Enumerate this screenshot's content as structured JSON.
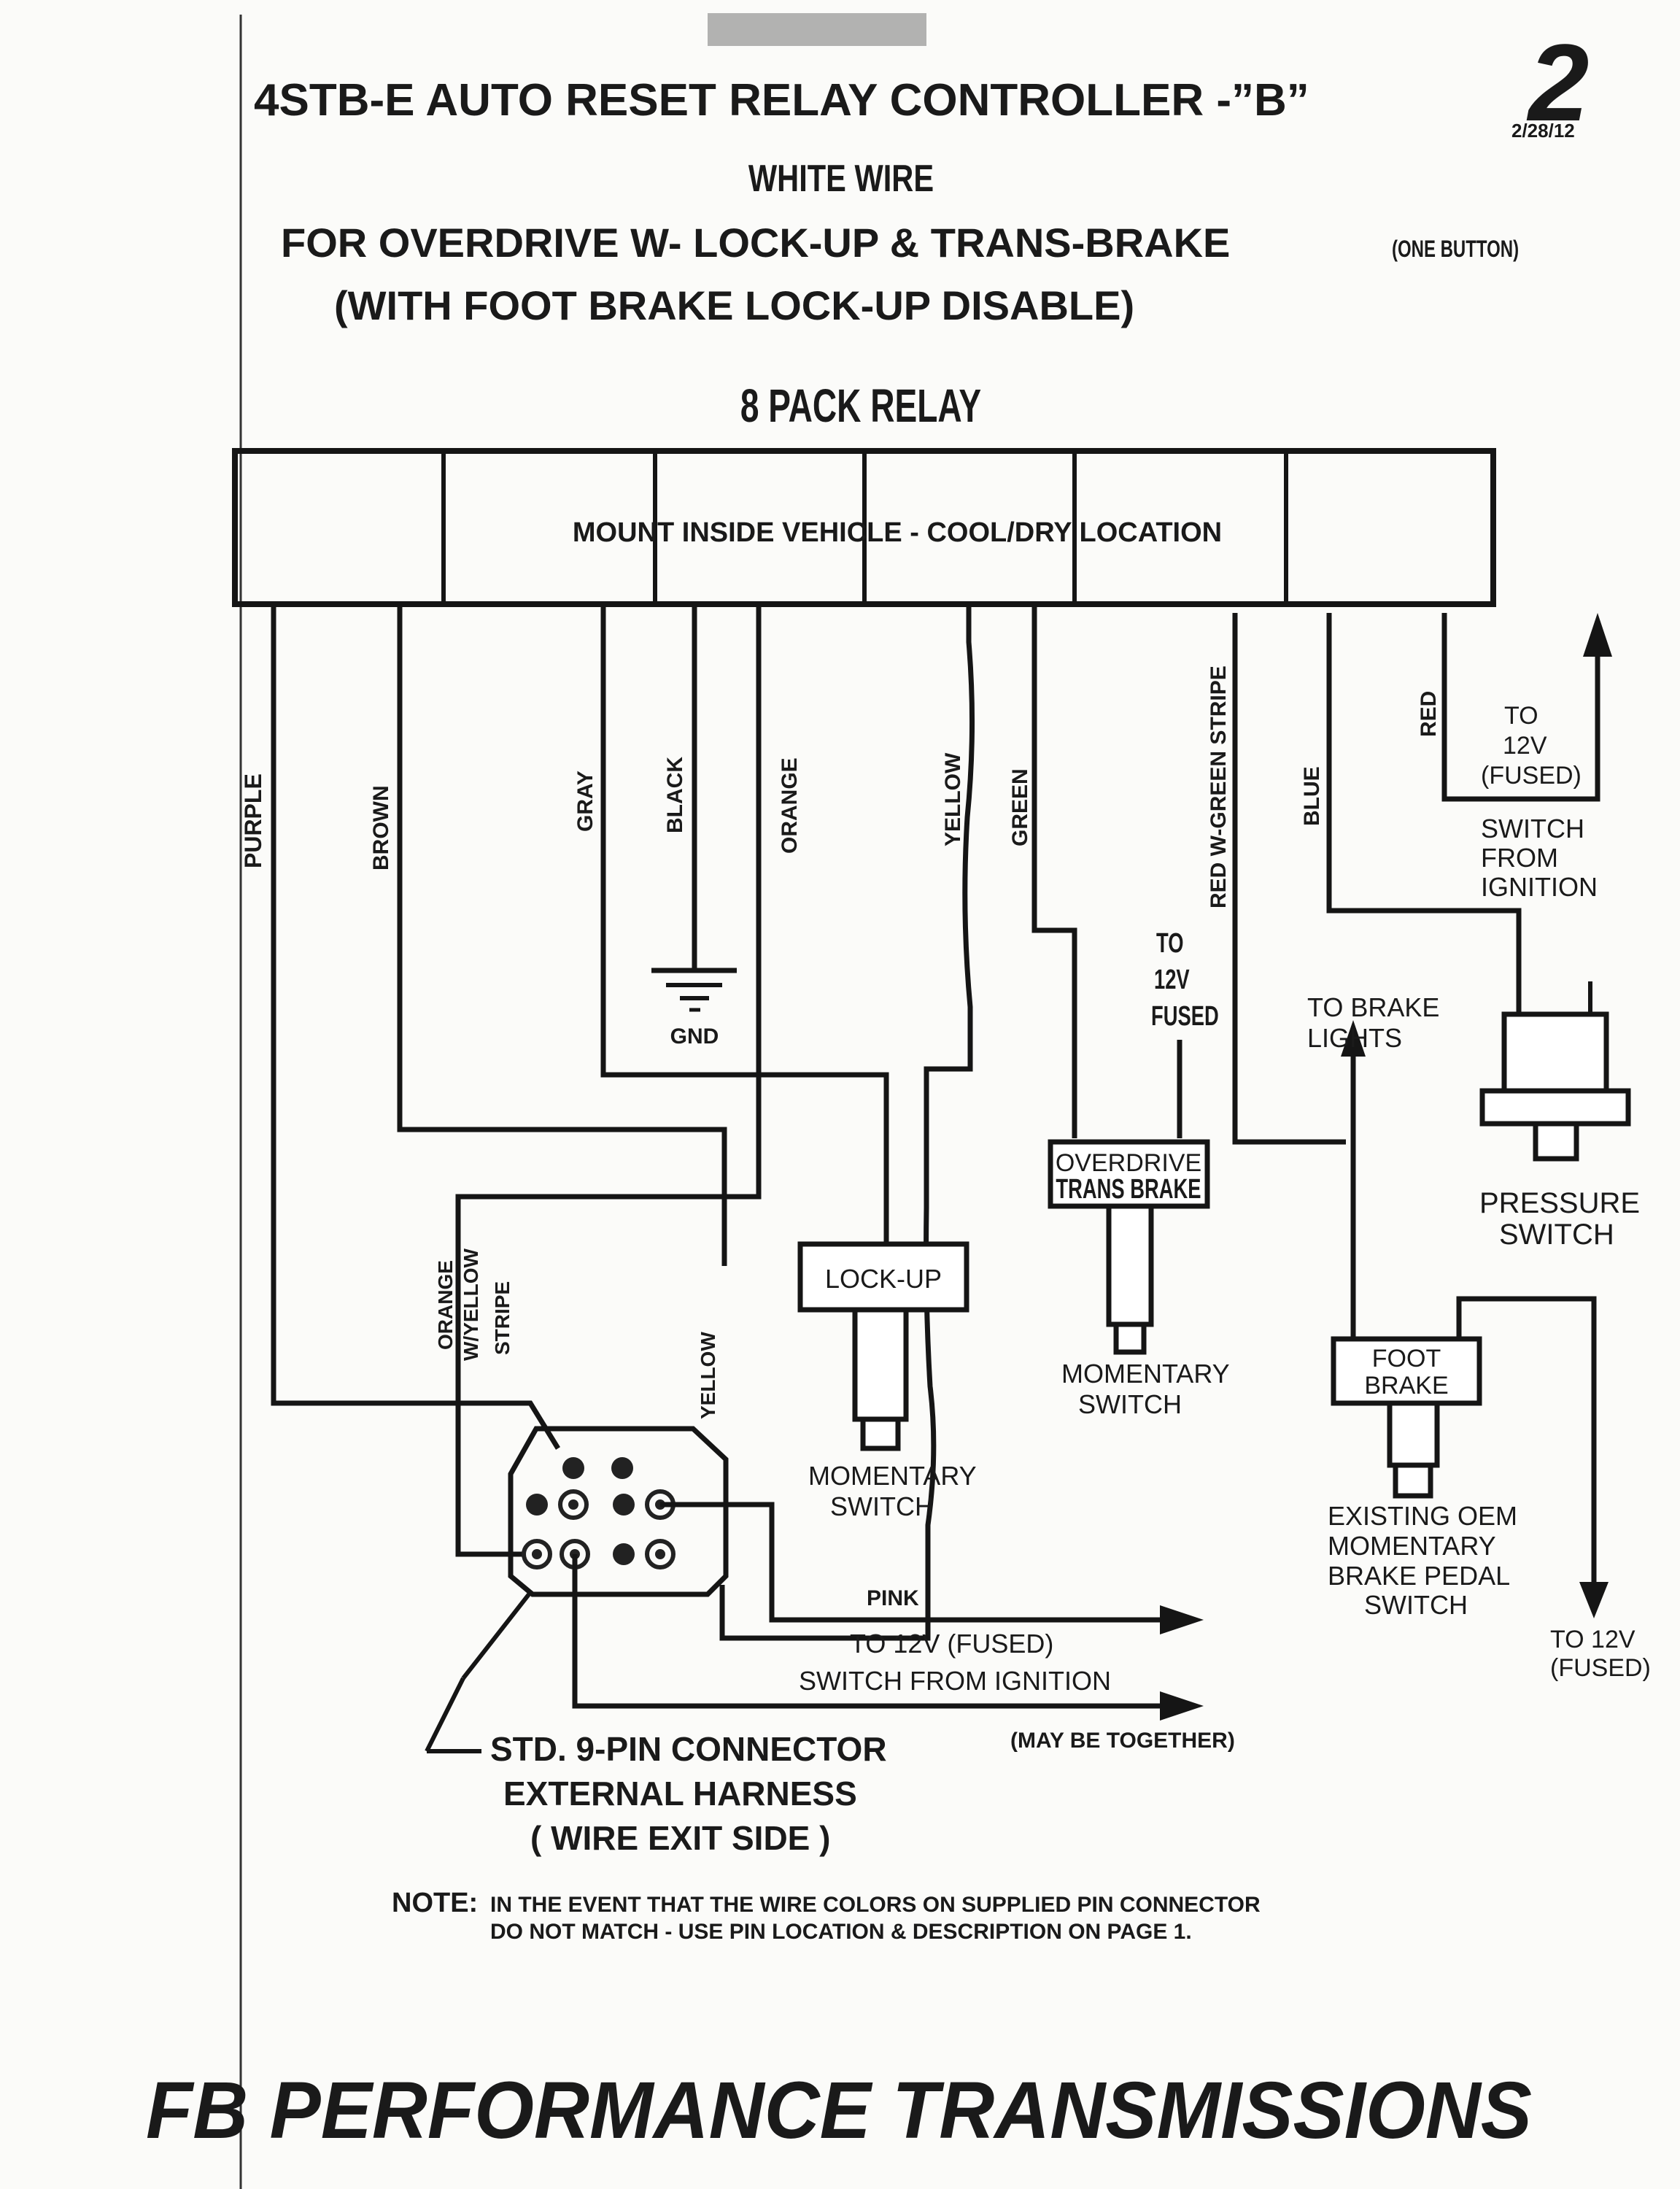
{
  "header": {
    "title": "4STB-E AUTO RESET RELAY CONTROLLER -”B”",
    "page_mark": "2",
    "date": "2/28/12",
    "subtitle": "WHITE WIRE",
    "line1_main": "FOR OVERDRIVE W- LOCK-UP &  TRANS-BRAKE",
    "line1_note": "(ONE BUTTON)",
    "line2": "(WITH FOOT BRAKE LOCK-UP DISABLE)",
    "relay_title": "8 PACK RELAY"
  },
  "relay": {
    "mount_text": "MOUNT INSIDE VEHICLE - COOL/DRY LOCATION"
  },
  "wires": {
    "purple": "PURPLE",
    "brown": "BROWN",
    "gray": "GRAY",
    "black": "BLACK",
    "orange": "ORANGE",
    "yellow": "YELLOW",
    "green": "GREEN",
    "red_green": "RED W-GREEN STRIPE",
    "blue": "BLUE",
    "red": "RED",
    "orange_yellow_1": "ORANGE",
    "orange_yellow_2": "W/YELLOW",
    "orange_yellow_3": "STRIPE",
    "yellow_lower": "YELLOW",
    "pink": "PINK"
  },
  "labels": {
    "gnd": "GND",
    "to12v_top_1": "TO",
    "to12v_top_2": "12V",
    "to12v_top_3": "(FUSED)",
    "switch_ign_1": "SWITCH",
    "switch_ign_2": "FROM",
    "switch_ign_3": "IGNITION",
    "to12v_mid_1": "TO",
    "to12v_mid_2": "12V",
    "to12v_mid_3": "FUSED",
    "brake_lights_1": "TO BRAKE",
    "brake_lights_2": "LIGHTS",
    "od_box_1": "OVERDRIVE",
    "od_box_2": "TRANS BRAKE",
    "lockup_box": "LOCK-UP",
    "mom_switch_1": "MOMENTARY",
    "mom_switch_2": "SWITCH",
    "mom_switch2_1": "MOMENTARY",
    "mom_switch2_2": "SWITCH",
    "pressure_1": "PRESSURE",
    "pressure_2": "SWITCH",
    "foot_brake_1": "FOOT",
    "foot_brake_2": "BRAKE",
    "oem_1": "EXISTING OEM",
    "oem_2": "MOMENTARY",
    "oem_3": "BRAKE PEDAL",
    "oem_4": "SWITCH",
    "to12v_right_1": "TO 12V",
    "to12v_right_2": "(FUSED)",
    "pink_dest_1": "TO 12V (FUSED)",
    "pink_dest_2": "SWITCH FROM IGNITION",
    "may_together": "(MAY BE TOGETHER)",
    "connector_1": "STD. 9-PIN CONNECTOR",
    "connector_2": "EXTERNAL HARNESS",
    "connector_3": "( WIRE EXIT SIDE )"
  },
  "note": {
    "label": "NOTE:",
    "line1": "IN THE EVENT THAT THE WIRE COLORS ON SUPPLIED PIN CONNECTOR",
    "line2": "DO NOT MATCH - USE PIN LOCATION & DESCRIPTION ON PAGE 1."
  },
  "footer": {
    "brand": "FB PERFORMANCE TRANSMISSIONS"
  }
}
